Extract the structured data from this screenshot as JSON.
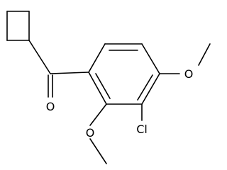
{
  "molecule": {
    "atoms": {
      "carbonyl_oxygen": "O",
      "chlorine": "Cl",
      "methoxy_oxygen_1": "O",
      "methoxy_oxygen_2": "O"
    }
  },
  "colors": {
    "bond": "#000000",
    "background": "#ffffff"
  }
}
